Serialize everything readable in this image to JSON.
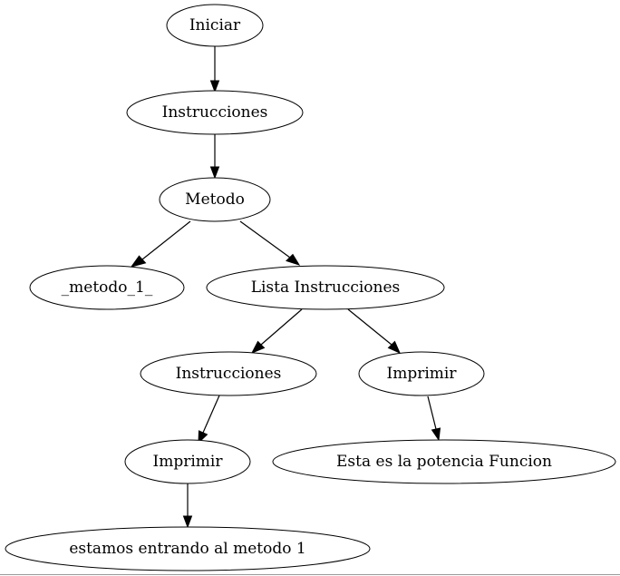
{
  "diagram": {
    "type": "tree",
    "nodes": [
      {
        "id": "n1",
        "label": "Iniciar"
      },
      {
        "id": "n2",
        "label": "Instrucciones"
      },
      {
        "id": "n3",
        "label": "Metodo"
      },
      {
        "id": "n4",
        "label": "_metodo_1_"
      },
      {
        "id": "n5",
        "label": "Lista Instrucciones"
      },
      {
        "id": "n6",
        "label": "Instrucciones"
      },
      {
        "id": "n7",
        "label": "Imprimir"
      },
      {
        "id": "n8",
        "label": "Imprimir"
      },
      {
        "id": "n9",
        "label": "Esta es la potencia Funcion"
      },
      {
        "id": "n10",
        "label": "estamos entrando al metodo 1"
      }
    ],
    "edges": [
      {
        "from": "n1",
        "to": "n2"
      },
      {
        "from": "n2",
        "to": "n3"
      },
      {
        "from": "n3",
        "to": "n4"
      },
      {
        "from": "n3",
        "to": "n5"
      },
      {
        "from": "n5",
        "to": "n6"
      },
      {
        "from": "n5",
        "to": "n7"
      },
      {
        "from": "n6",
        "to": "n8"
      },
      {
        "from": "n7",
        "to": "n9"
      },
      {
        "from": "n8",
        "to": "n10"
      }
    ]
  }
}
